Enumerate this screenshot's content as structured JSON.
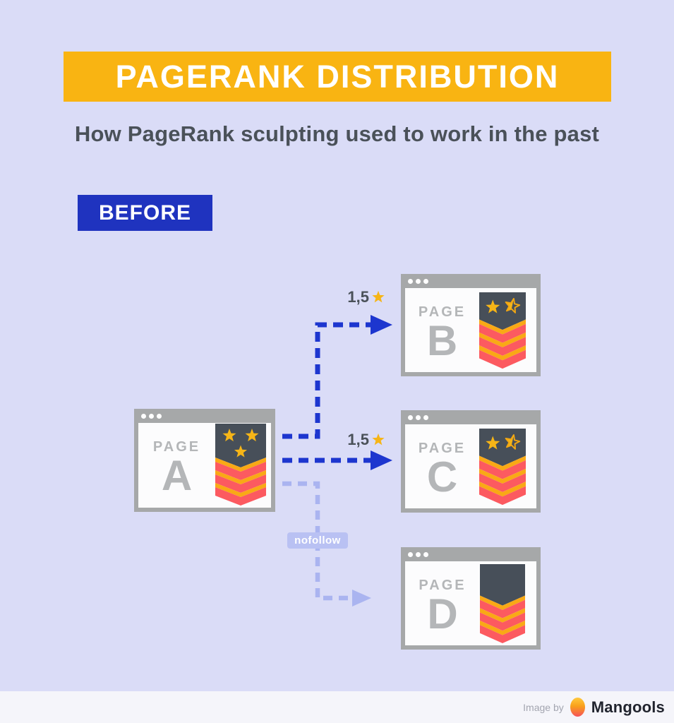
{
  "title": "PAGERANK DISTRIBUTION",
  "subtitle": "How PageRank sculpting used to work in the past",
  "phase_label": "BEFORE",
  "diagram": {
    "pages": [
      {
        "name": "Page A",
        "label": "PAGE",
        "letter": "A",
        "stars": 3
      },
      {
        "name": "Page B",
        "label": "PAGE",
        "letter": "B",
        "stars": 1.5
      },
      {
        "name": "Page C",
        "label": "PAGE",
        "letter": "C",
        "stars": 1.5
      },
      {
        "name": "Page D",
        "label": "PAGE",
        "letter": "D",
        "stars": 0
      }
    ],
    "links": [
      {
        "from": "A",
        "to": "B",
        "type": "dofollow",
        "label": "1,5",
        "label_icon": "star-icon"
      },
      {
        "from": "A",
        "to": "C",
        "type": "dofollow",
        "label": "1,5",
        "label_icon": "star-icon"
      },
      {
        "from": "A",
        "to": "D",
        "type": "nofollow",
        "label": "nofollow"
      }
    ]
  },
  "footer": {
    "credit_prefix": "Image by",
    "brand": "Mangools",
    "logo": "mangools-egg-icon"
  },
  "colors": {
    "background": "#dadcf7",
    "banner_yellow": "#f9b412",
    "before_blue": "#1f33bf",
    "arrow_blue": "#1d36cf",
    "arrow_light": "#aab4f0",
    "nofollow_bg": "#b9c1f3",
    "chevron_red": "#fc5a60",
    "chevron_gold": "#f9a915",
    "star_gold": "#f6b517",
    "shield_slate": "#474f59",
    "window_gray": "#a6a8a9",
    "text_dark": "#4a5159",
    "page_gray": "#b4b6b8"
  }
}
